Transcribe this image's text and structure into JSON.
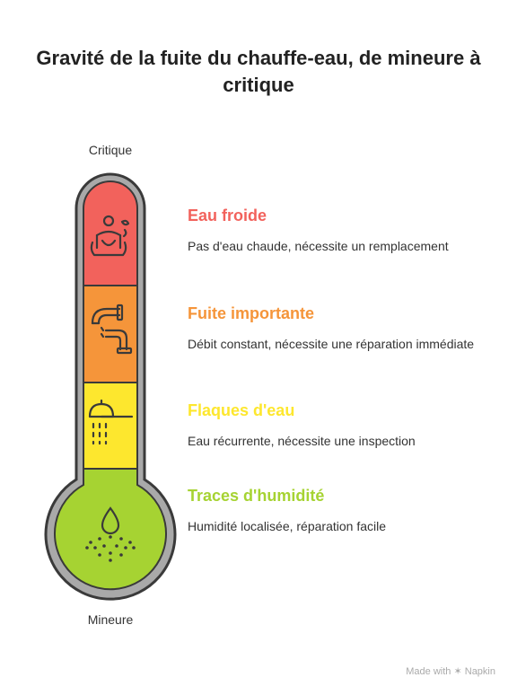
{
  "title": "Gravité de la fuite du chauffe-eau, de mineure à critique",
  "scale": {
    "top": "Critique",
    "bottom": "Mineure"
  },
  "levels": [
    {
      "title": "Eau froide",
      "desc": "Pas d'eau chaude, nécessite un remplacement",
      "color": "#f2625c",
      "icon": "person-cold-icon"
    },
    {
      "title": "Fuite importante",
      "desc": "Débit constant, nécessite une réparation immédiate",
      "color": "#f5953a",
      "icon": "leaking-pipe-icon"
    },
    {
      "title": "Flaques d'eau",
      "desc": "Eau récurrente, nécessite une inspection",
      "color": "#fde72e",
      "icon": "shower-drip-icon"
    },
    {
      "title": "Traces d'humidité",
      "desc": "Humidité localisée, réparation facile",
      "color": "#a6d332",
      "icon": "water-drop-icon"
    }
  ],
  "colors": {
    "outline": "#3a3a3a",
    "tube": "#a9a9a9",
    "title_colors": [
      "#f2625c",
      "#f5953a",
      "#fde72e",
      "#a6d332"
    ]
  },
  "footer": {
    "made_with": "Made with",
    "brand": "Napkin"
  }
}
